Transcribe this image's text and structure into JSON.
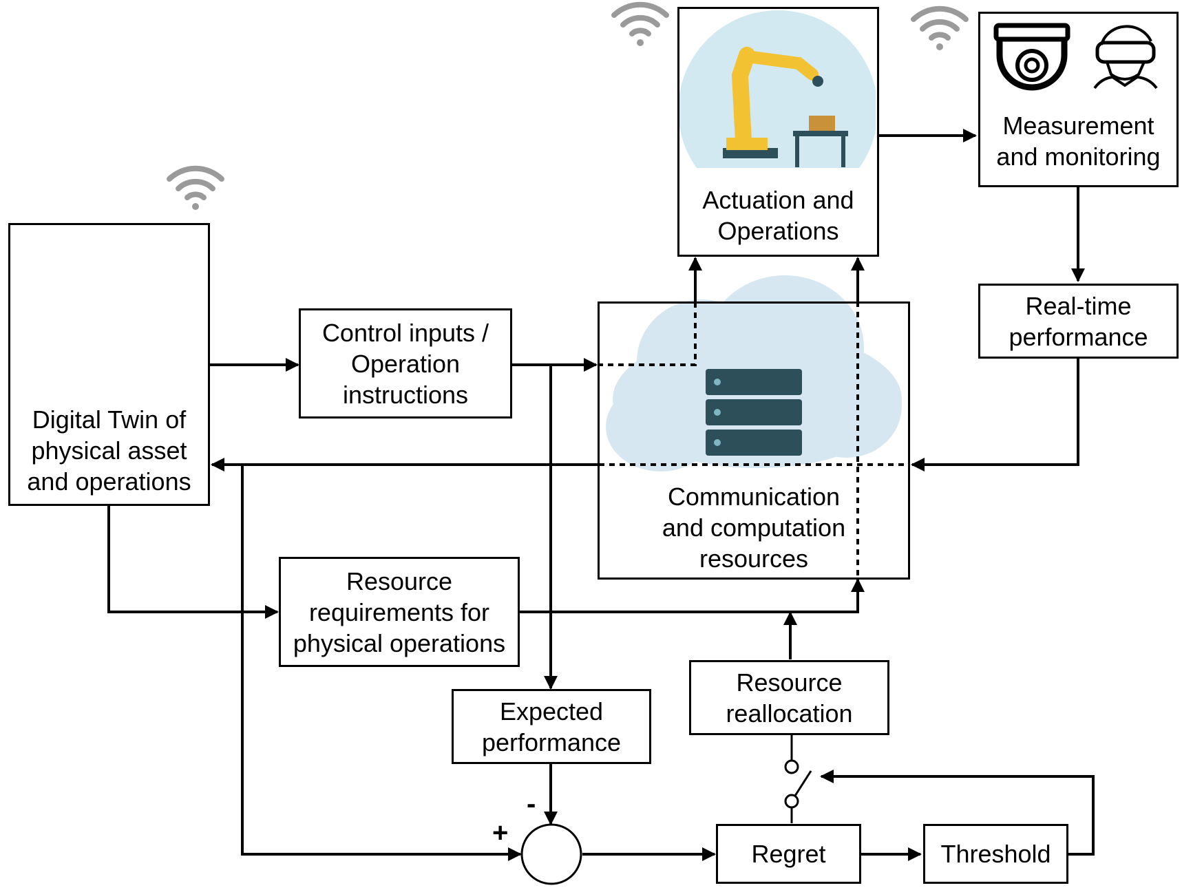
{
  "labels": {
    "digital_twin": "Digital Twin of\nphysical asset\nand operations",
    "control_inputs": "Control inputs /\nOperation\ninstructions",
    "actuation": "Actuation and\nOperations",
    "measurement": "Measurement\nand monitoring",
    "realtime": "Real-time\nperformance",
    "communication": "Communication\nand computation\nresources",
    "resource_req": "Resource\nrequirements for\nphysical operations",
    "expected": "Expected\nperformance",
    "reallocation": "Resource\nreallocation",
    "regret": "Regret",
    "threshold": "Threshold",
    "plus": "+",
    "minus": "-"
  },
  "icons": {
    "wifi": "wifi-icon",
    "robot_arm": "robot-arm-icon",
    "monitor": "monitor-icon",
    "camera": "security-camera-icon",
    "vr_user": "vr-headset-user-icon",
    "server": "server-rack-icon",
    "cloud": "cloud-icon",
    "switch": "switch-icon",
    "summing": "summing-junction-icon"
  },
  "colors": {
    "line": "#000000",
    "wifi": "#9a9a9a",
    "halo_blue": "#d3e9f1",
    "halo_purple": "#c9cdf3",
    "robot_yellow": "#f2c232",
    "cloud": "#d6e7f1",
    "server": "#2d4f59"
  }
}
